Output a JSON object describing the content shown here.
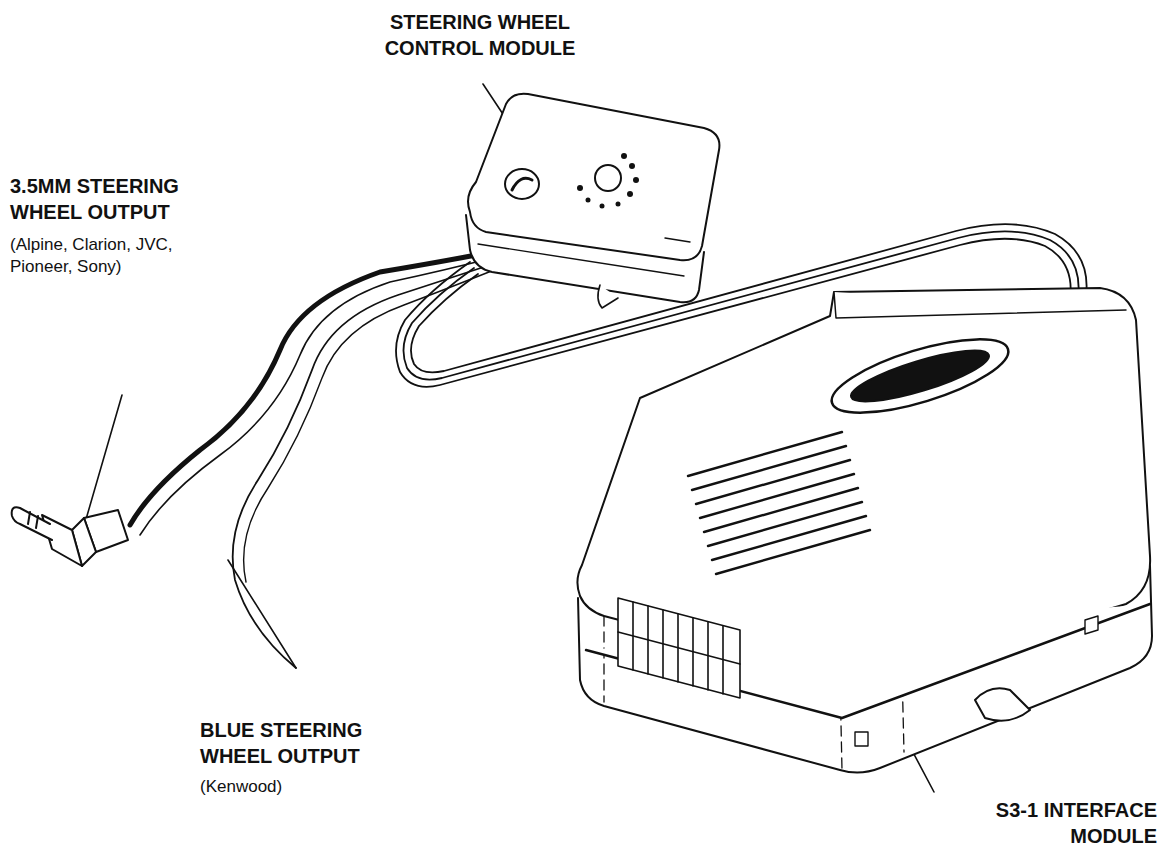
{
  "diagram": {
    "labels": [
      "STEERING WHEEL CONTROL MODULE",
      "3.5MM STEERING WHEEL OUTPUT",
      "(Alpine, Clarion, JVC, Pioneer, Sony)",
      "BLUE STEERING WHEEL OUTPUT",
      "(Kenwood)",
      "S3-1 INTERFACE MODULE"
    ]
  }
}
